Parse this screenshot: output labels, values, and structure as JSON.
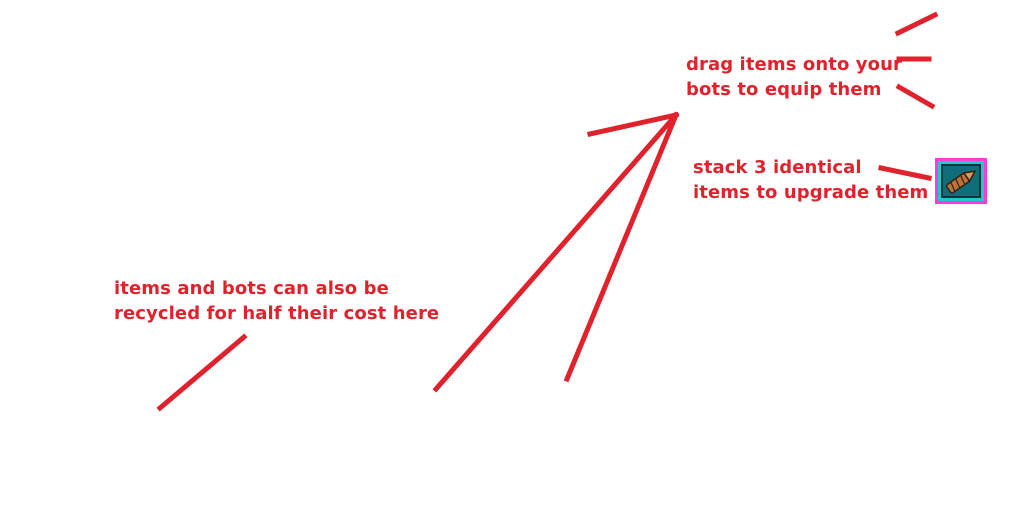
{
  "hints": {
    "drag_line1": "drag items onto your",
    "drag_line2": "bots to equip them",
    "stack_line1": "stack 3 identical",
    "stack_line2": "items to upgrade them",
    "recycle_line1": "items and bots can also be",
    "recycle_line2": "recycled for half their cost here"
  },
  "colors": {
    "annotation": "#e0222c",
    "slot_border": "#ff3bd8",
    "slot_fill": "#1ec9d0",
    "item": "#b8743c"
  },
  "item_slot": {
    "icon": "drill-item-icon"
  }
}
